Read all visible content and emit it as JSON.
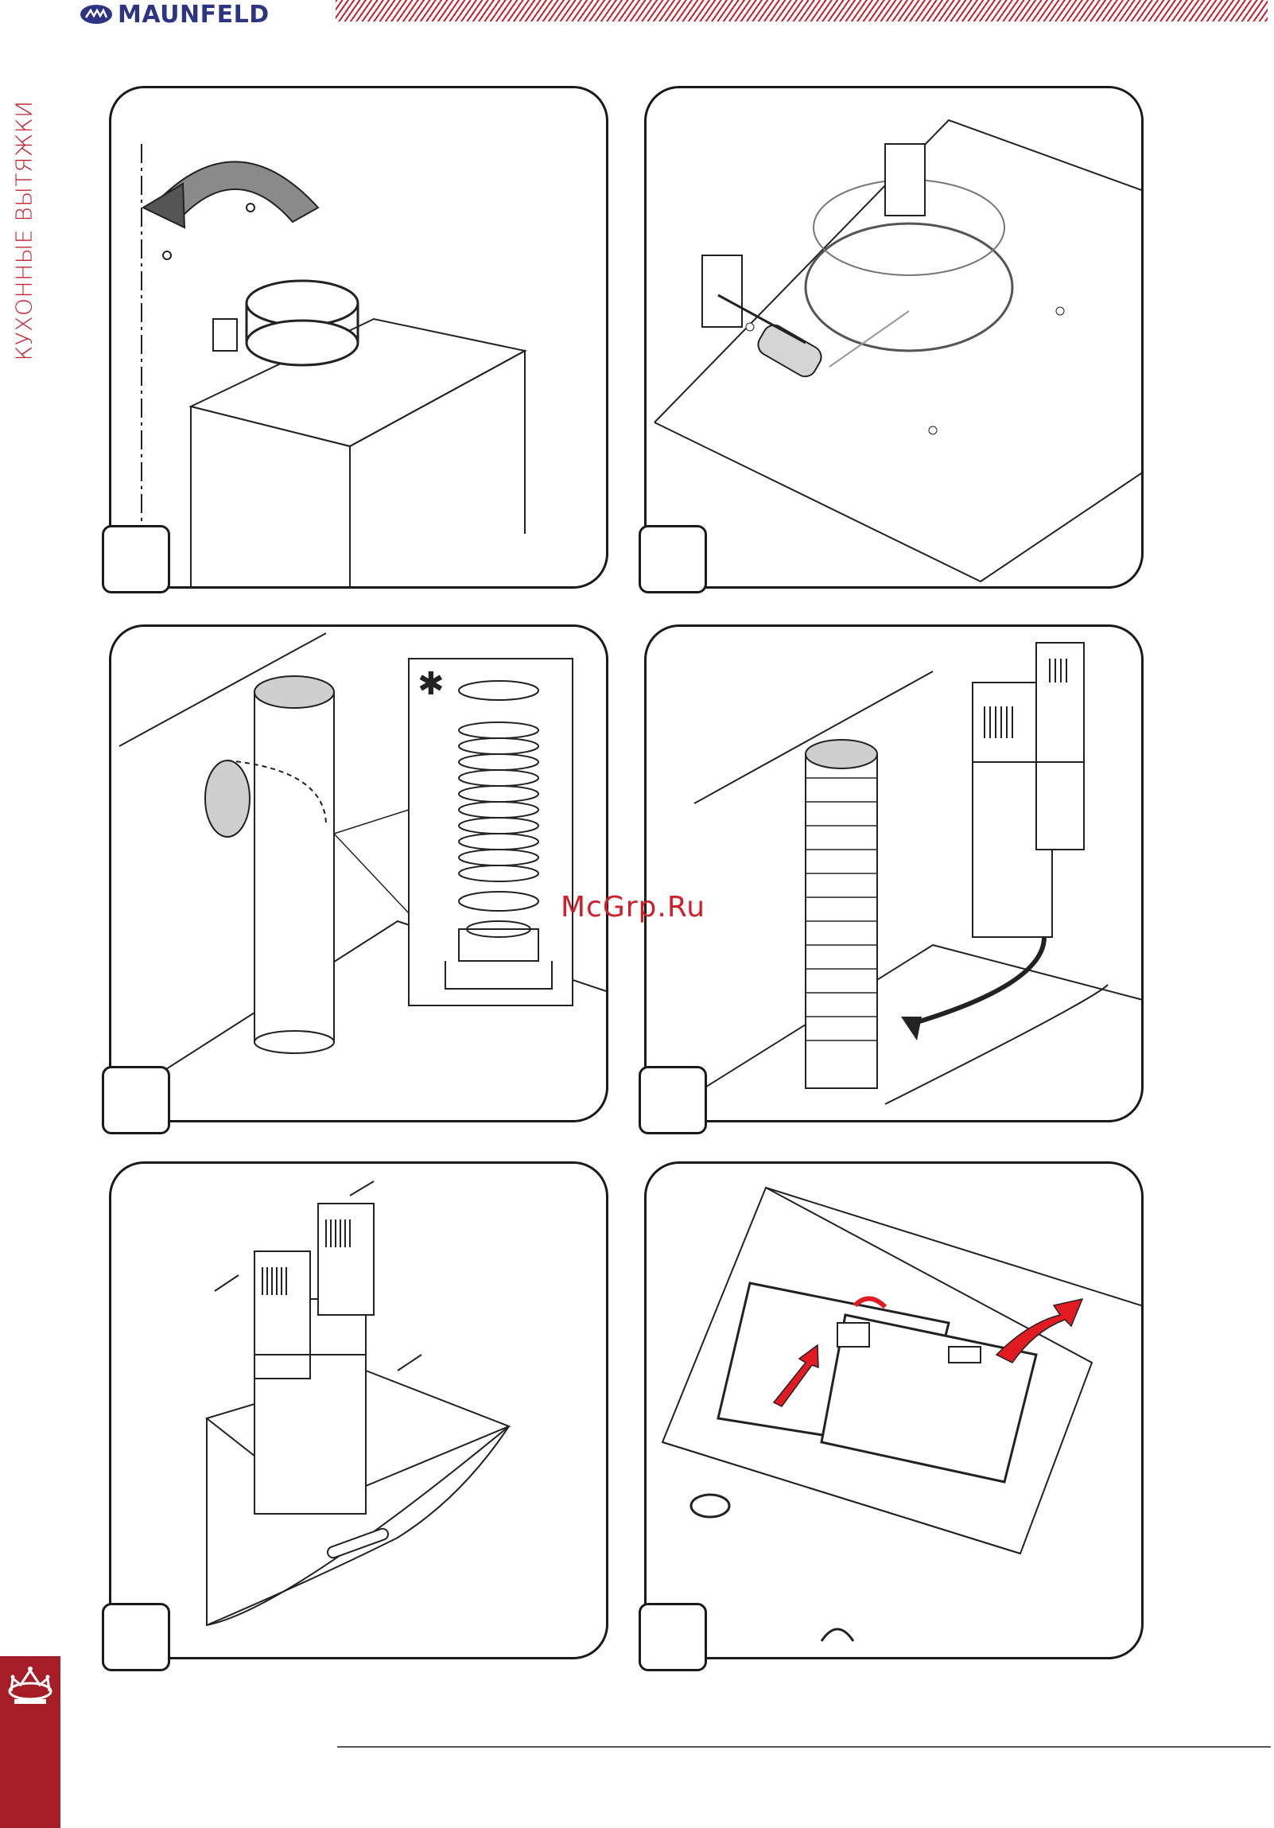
{
  "header": {
    "brand": "MAUNFELD",
    "section_title": "КУХОННЫЕ ВЫТЯЖКИ"
  },
  "watermark": "McGrp.Ru",
  "colors": {
    "accent_red": "#c8202e",
    "brand_blue": "#2d3583",
    "sidebar_red": "#a51d27"
  },
  "panels": [
    {
      "id": 1,
      "topic": "duct-collar-orientation"
    },
    {
      "id": 2,
      "topic": "screw-collar-bracket"
    },
    {
      "id": 3,
      "topic": "flexible-duct-with-clamps"
    },
    {
      "id": 4,
      "topic": "install-chimney-cover"
    },
    {
      "id": 5,
      "topic": "fasten-chimney-screws"
    },
    {
      "id": 6,
      "topic": "insert-grease-filters"
    }
  ],
  "icons": {
    "logo": "maunfeld-logo-icon",
    "crown": "crown-emblem-icon",
    "optional_marker": "asterisk-icon"
  }
}
